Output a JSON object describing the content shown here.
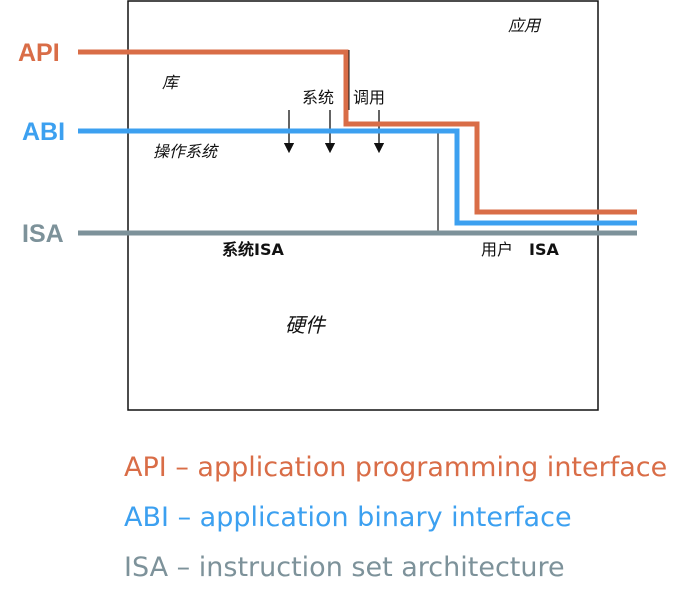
{
  "diagram": {
    "layers": {
      "app": "应用",
      "library": "库",
      "os": "操作系统",
      "hardware": "硬件"
    },
    "syscall_label_1": "系统",
    "syscall_label_2": "调用",
    "system_isa": "系统ISA",
    "user_isa_prefix": "用户",
    "user_isa_suffix": "ISA",
    "interfaces": [
      {
        "tag": "API",
        "color": "#d96d47"
      },
      {
        "tag": "ABI",
        "color": "#3ca0f0"
      },
      {
        "tag": "ISA",
        "color": "#7d929a"
      }
    ]
  },
  "legend": [
    {
      "abbr": "API",
      "desc": "application programming interface",
      "color": "#d96d47"
    },
    {
      "abbr": "ABI",
      "desc": "application binary interface",
      "color": "#3ca0f0"
    },
    {
      "abbr": "ISA",
      "desc": "instruction set architecture",
      "color": "#7d929a"
    }
  ]
}
